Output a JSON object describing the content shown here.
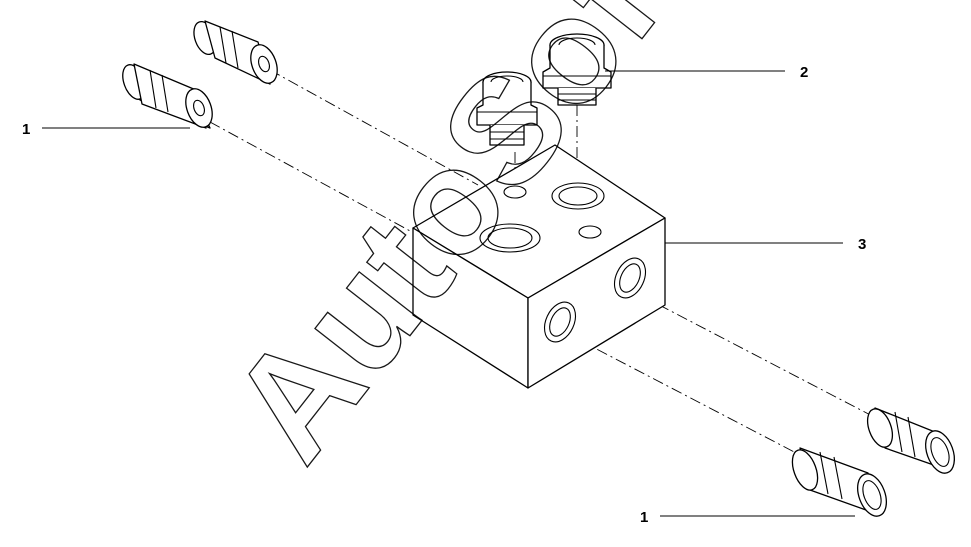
{
  "callouts": [
    {
      "id": "fitting-plug",
      "label": "1"
    },
    {
      "id": "fitting-adapter",
      "label": "2"
    },
    {
      "id": "manifold-block",
      "label": "3"
    },
    {
      "id": "fitting-plug-lower",
      "label": "1"
    }
  ],
  "watermark": {
    "text": "AutoSoft"
  }
}
